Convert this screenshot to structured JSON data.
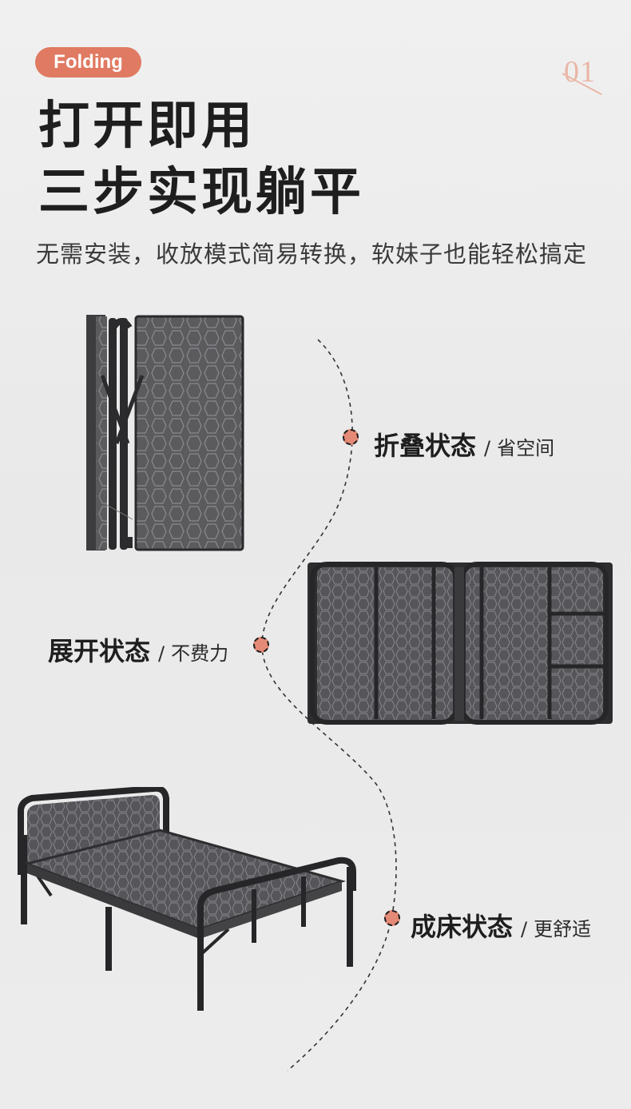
{
  "badge": "Folding",
  "index_number": "01",
  "headline": {
    "line1": "打开即用",
    "line2": "三步实现躺平"
  },
  "subtitle": "无需安装，收放模式简易转换，软妹子也能轻松搞定",
  "states": [
    {
      "name": "折叠状态",
      "separator": "/",
      "desc": "省空间"
    },
    {
      "name": "展开状态",
      "separator": "/",
      "desc": "不费力"
    },
    {
      "name": "成床状态",
      "separator": "/",
      "desc": "更舒适"
    }
  ],
  "colors": {
    "accent": "#e07a62",
    "dot": "#e48a76",
    "frame": "#2b2b2b",
    "mattress": "#5a5a5c"
  }
}
